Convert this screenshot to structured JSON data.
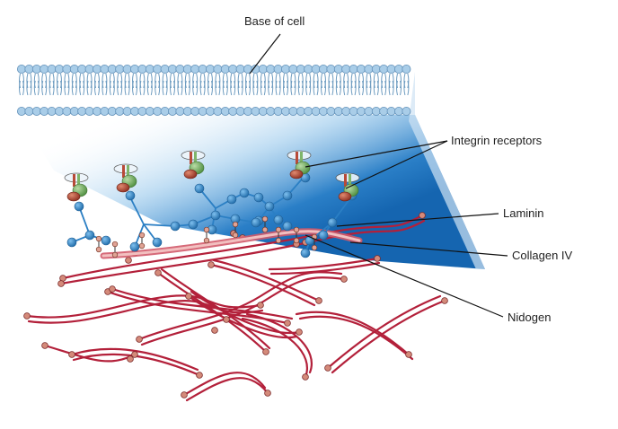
{
  "labels": {
    "base_of_cell": "Base of cell",
    "integrin_receptors": "Integrin receptors",
    "laminin": "Laminin",
    "collagen_iv": "Collagen IV",
    "nidogen": "Nidogen"
  },
  "colors": {
    "membrane_head": "#a9cde8",
    "membrane_tail": "#6e9cc0",
    "gradient_blue": "#1a73c2",
    "laminin": "#2b7fc4",
    "laminin_dark": "#1f5f96",
    "collagen": "#b3203a",
    "collagen_end": "#d48a7a",
    "integrin_green": "#7fb56a",
    "integrin_red": "#b84a38",
    "nidogen": "#e0a395",
    "leader": "#111111"
  }
}
